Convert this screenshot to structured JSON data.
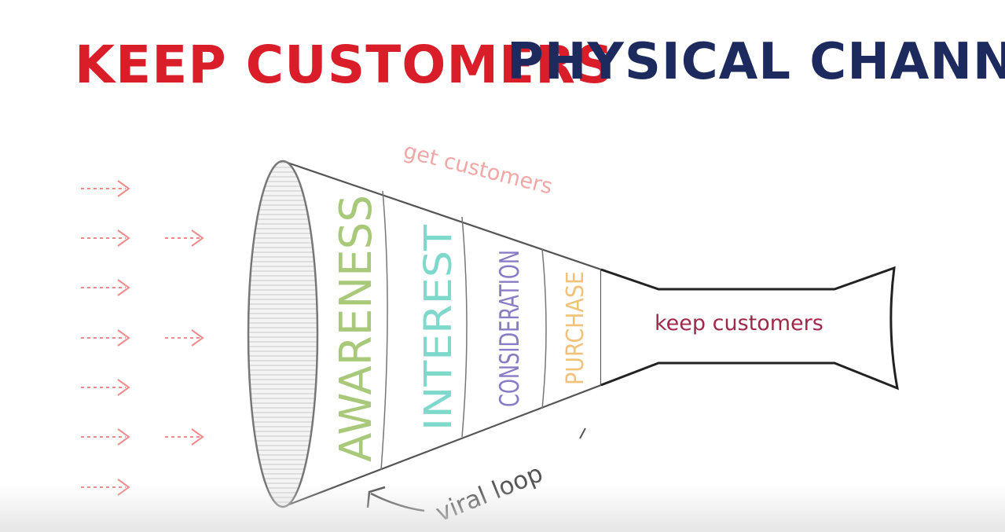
{
  "title": {
    "left": "KEEP CUSTOMERS",
    "right": "PHYSICAL CHANNEL"
  },
  "funnel": {
    "top_label": "get customers",
    "bottom_label": "viral loop",
    "stages": [
      "AWARENESS",
      "INTEREST",
      "CONSIDERATION",
      "PURCHASE"
    ],
    "spout_label": "keep customers"
  },
  "colors": {
    "title_left": "#d91e2a",
    "title_right": "#1c2a5e",
    "awareness": "#a9c97a",
    "interest": "#7fd8cc",
    "consideration": "#8a7cc4",
    "purchase": "#f0c27a",
    "get_customers": "#f2a7a7",
    "keep_customers": "#a0284a",
    "arrows": "#f08b8b",
    "outline": "#555555"
  },
  "icons": {
    "incoming_arrows": "dashed-arrow-icon",
    "loop_arrow": "curved-arrow-icon"
  }
}
